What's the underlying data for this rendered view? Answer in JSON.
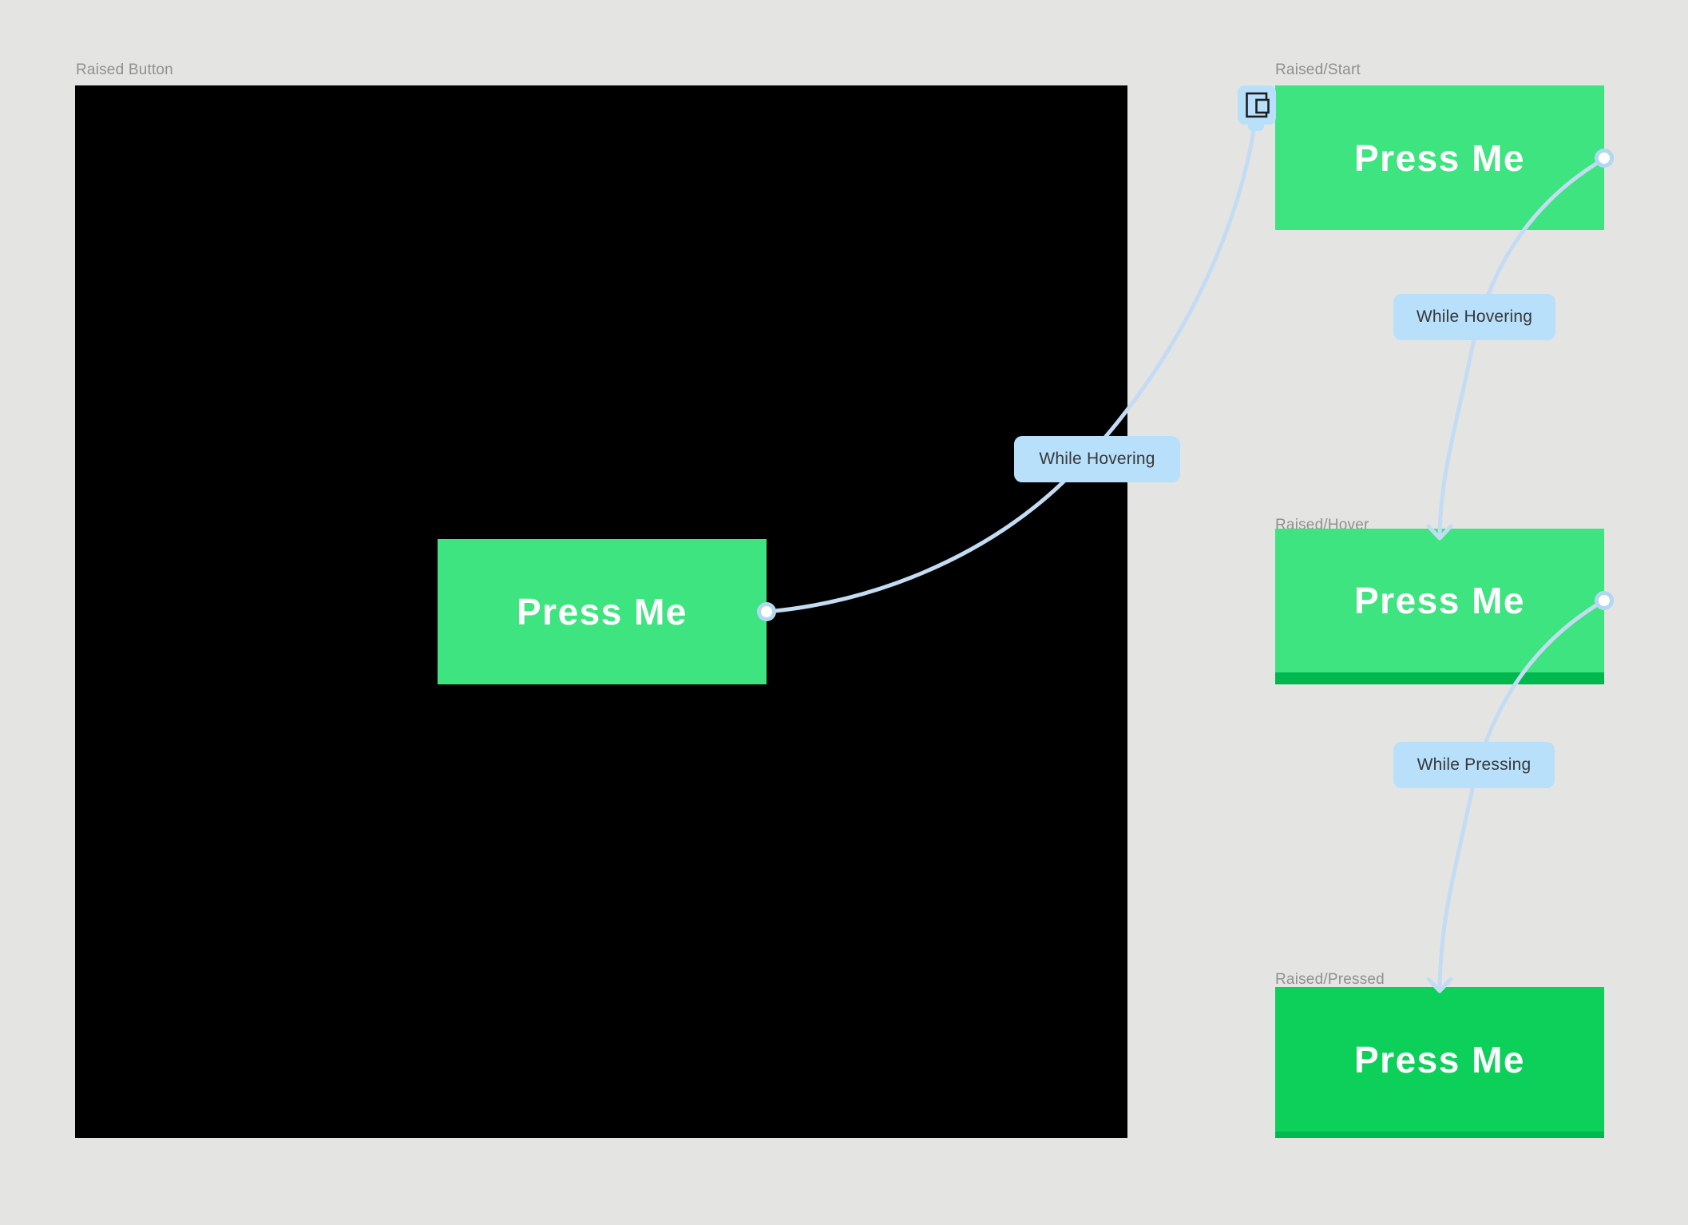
{
  "artboard": {
    "background_color": "#e4e4e3",
    "tool": "prototype-canvas"
  },
  "frames": [
    {
      "name": "Raised Button",
      "button_label": "Press Me"
    },
    {
      "name": "Raised/Start",
      "button_label": "Press Me"
    },
    {
      "name": "Raised/Hover",
      "button_label": "Press Me"
    },
    {
      "name": "Raised/Pressed",
      "button_label": "Press Me"
    }
  ],
  "connections": [
    {
      "label": "While Hovering"
    },
    {
      "label": "While Hovering"
    },
    {
      "label": "While Pressing"
    }
  ],
  "icons": {
    "badge_icon": "overlay-frames-icon"
  },
  "colors": {
    "button_green": "#3de47f",
    "button_green_pressed": "#0cd05a",
    "button_shadow_green": "#00b84e",
    "canvas_black": "#000000",
    "connector_blue": "#c4dcf3",
    "connector_dot_ring": "#b2d7f3",
    "connection_label_bg": "#b9e0fb",
    "connection_label_text": "#36383b",
    "frame_label_gray": "#909090",
    "button_text_white": "#ffffff"
  }
}
